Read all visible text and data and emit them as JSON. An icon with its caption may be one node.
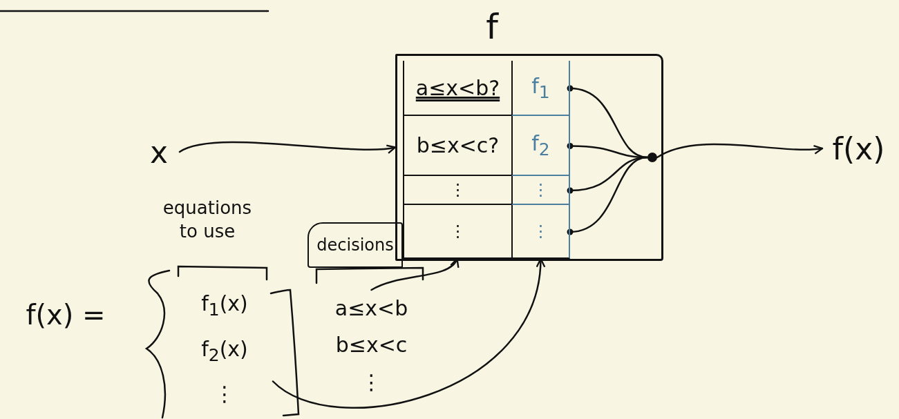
{
  "diagram": {
    "nodes": [
      {
        "text": [
          "f"
        ]
      },
      {
        "text": [
          "a≤x<b?"
        ],
        "in": 0
      },
      {
        "text": [
          "f$_{1}$"
        ],
        "in": 0
      },
      {
        "text": [
          "b≤x<c?"
        ],
        "in": 0
      },
      {
        "text": [
          "f$_{2}$"
        ],
        "in": 0
      },
      {
        "text": [
          "⋮"
        ],
        "in": 0
      },
      {
        "text": [
          "⋮"
        ],
        "in": 0
      },
      {
        "text": [
          "⋮"
        ],
        "in": 0
      },
      {
        "text": [
          "⋮"
        ],
        "in": 0
      },
      {
        "text": [],
        "shape": "circle",
        "in": 0
      },
      {
        "text": [
          "x"
        ]
      },
      {
        "text": [
          "f(x)"
        ]
      },
      {
        "text": [
          "decisions"
        ]
      },
      {
        "text": [
          "a≤x<b",
          "b≤x<c",
          "⋮"
        ]
      },
      {
        "text": [
          "f$_{1}$(x)",
          "f$_{2}$(x)",
          "⋮"
        ]
      }
    ],
    "edges": [
      {
        "from": 10,
        "to": 0,
        "arrow": "to"
      },
      {
        "from": 2,
        "to": 9,
        "arrow": "other"
      },
      {
        "from": 4,
        "to": 9,
        "arrow": "other"
      },
      {
        "from": 6,
        "to": 9,
        "arrow": "other"
      },
      {
        "from": 8,
        "to": 9,
        "arrow": "other"
      },
      {
        "from": 9,
        "to": 11,
        "arrow": "to"
      },
      {
        "from": 13,
        "to": 7,
        "arrow": "to"
      },
      {
        "from": 14,
        "to": 8,
        "arrow": "to"
      }
    ],
    "labels": [
      "f(x) =",
      "equations to use"
    ]
  }
}
